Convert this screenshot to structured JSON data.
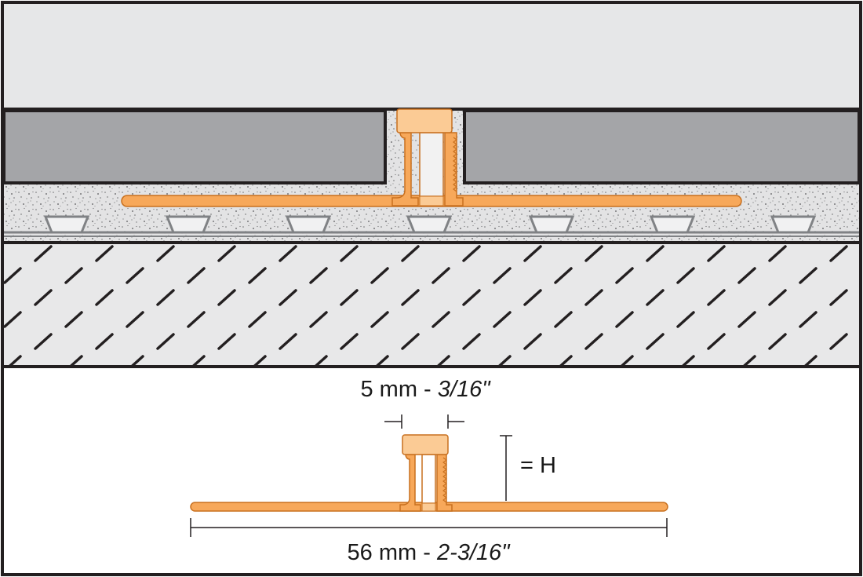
{
  "dimensions": {
    "width_label": {
      "metric": "5 mm",
      "separator": " - ",
      "imperial": "3/16\""
    },
    "height_label": "= H",
    "length_label": {
      "metric": "56 mm",
      "separator": " - ",
      "imperial": "2-3/16\""
    }
  },
  "colors": {
    "profile_fill": "#f7a85a",
    "profile_outline": "#c8701f",
    "cap_fill": "#fbcb95",
    "tile_fill": "#a4a5a8",
    "wall_fill": "#e6e7e8",
    "mortar_fill": "#e3e3e4",
    "substrate_fill": "#e8e8e9",
    "outline": "#231f20"
  }
}
